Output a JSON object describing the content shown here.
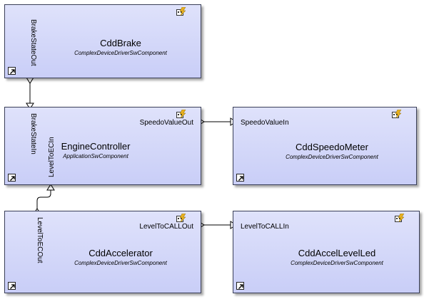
{
  "components": {
    "brake": {
      "name": "CddBrake",
      "type": "ComplexDeviceDriverSwComponent",
      "port_out": "BrakeStateOut"
    },
    "engine": {
      "name": "EngineController",
      "type": "ApplicationSwComponent",
      "port_brake_in": "BrakeStateIn",
      "port_level_in": "LevelToECIn",
      "port_speedo_out": "SpeedoValueOut"
    },
    "speedo": {
      "name": "CddSpeedoMeter",
      "type": "ComplexDeviceDriverSwComponent",
      "port_in": "SpeedoValueIn"
    },
    "accel": {
      "name": "CddAccelerator",
      "type": "ComplexDeviceDriverSwComponent",
      "port_level_out": "LevelToECOut",
      "port_call_out": "LevelToCALLOut"
    },
    "accel_led": {
      "name": "CddAccelLevelLed",
      "type": "ComplexDeviceDriverSwComponent",
      "port_in": "LevelToCALLIn"
    }
  },
  "colors": {
    "box_fill_top": "#dfe2fb",
    "box_fill_bottom": "#c9cef7",
    "border": "#3a3f58",
    "connector": "#000000",
    "icon_accent": "#e8b020"
  },
  "icons": {
    "component_type": "component-lightning-icon",
    "shortcut": "shortcut-arrow-icon"
  }
}
